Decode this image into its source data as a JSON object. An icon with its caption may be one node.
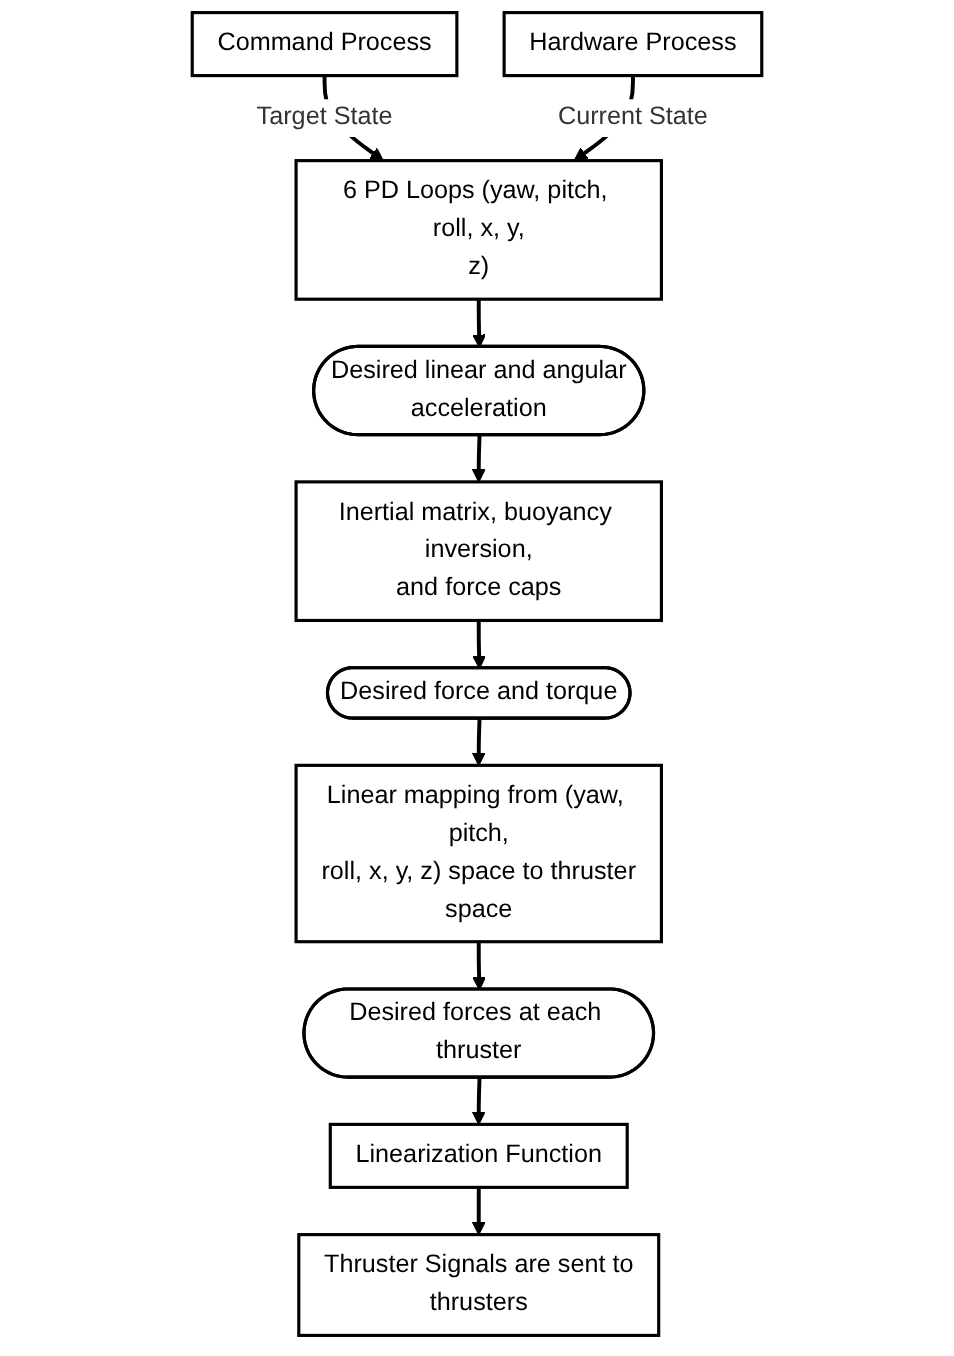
{
  "diagram": {
    "nodes": [
      {
        "text": [
          "Command Process"
        ]
      },
      {
        "text": [
          "Hardware Process"
        ]
      },
      {
        "text": [
          "6 PD Loops (yaw, pitch, roll, x, y, z)"
        ]
      },
      {
        "text": [
          "Desired linear and angular acceleration"
        ]
      },
      {
        "text": [
          "Inertial matrix, buoyancy inversion, and force caps"
        ]
      },
      {
        "text": [
          "Desired force and torque"
        ]
      },
      {
        "text": [
          "Linear mapping from (yaw, pitch, roll, x, y, z) space to thruster space"
        ]
      },
      {
        "text": [
          "Desired forces at each thruster"
        ]
      },
      {
        "text": [
          "Linearization Function"
        ]
      },
      {
        "text": [
          "Thruster Signals are sent to thrusters"
        ]
      }
    ],
    "edges": [
      {
        "from": 0,
        "to": 2,
        "arrow": "to",
        "label": "Target State"
      },
      {
        "from": 1,
        "to": 2,
        "arrow": "to",
        "label": "Current State"
      },
      {
        "from": 2,
        "to": 3,
        "arrow": "to"
      },
      {
        "from": 3,
        "to": 4,
        "arrow": "to"
      },
      {
        "from": 4,
        "to": 5,
        "arrow": "to"
      },
      {
        "from": 5,
        "to": 6,
        "arrow": "to"
      },
      {
        "from": 6,
        "to": 7,
        "arrow": "to"
      },
      {
        "from": 7,
        "to": 8,
        "arrow": "to"
      },
      {
        "from": 8,
        "to": 9,
        "arrow": "to"
      }
    ]
  }
}
